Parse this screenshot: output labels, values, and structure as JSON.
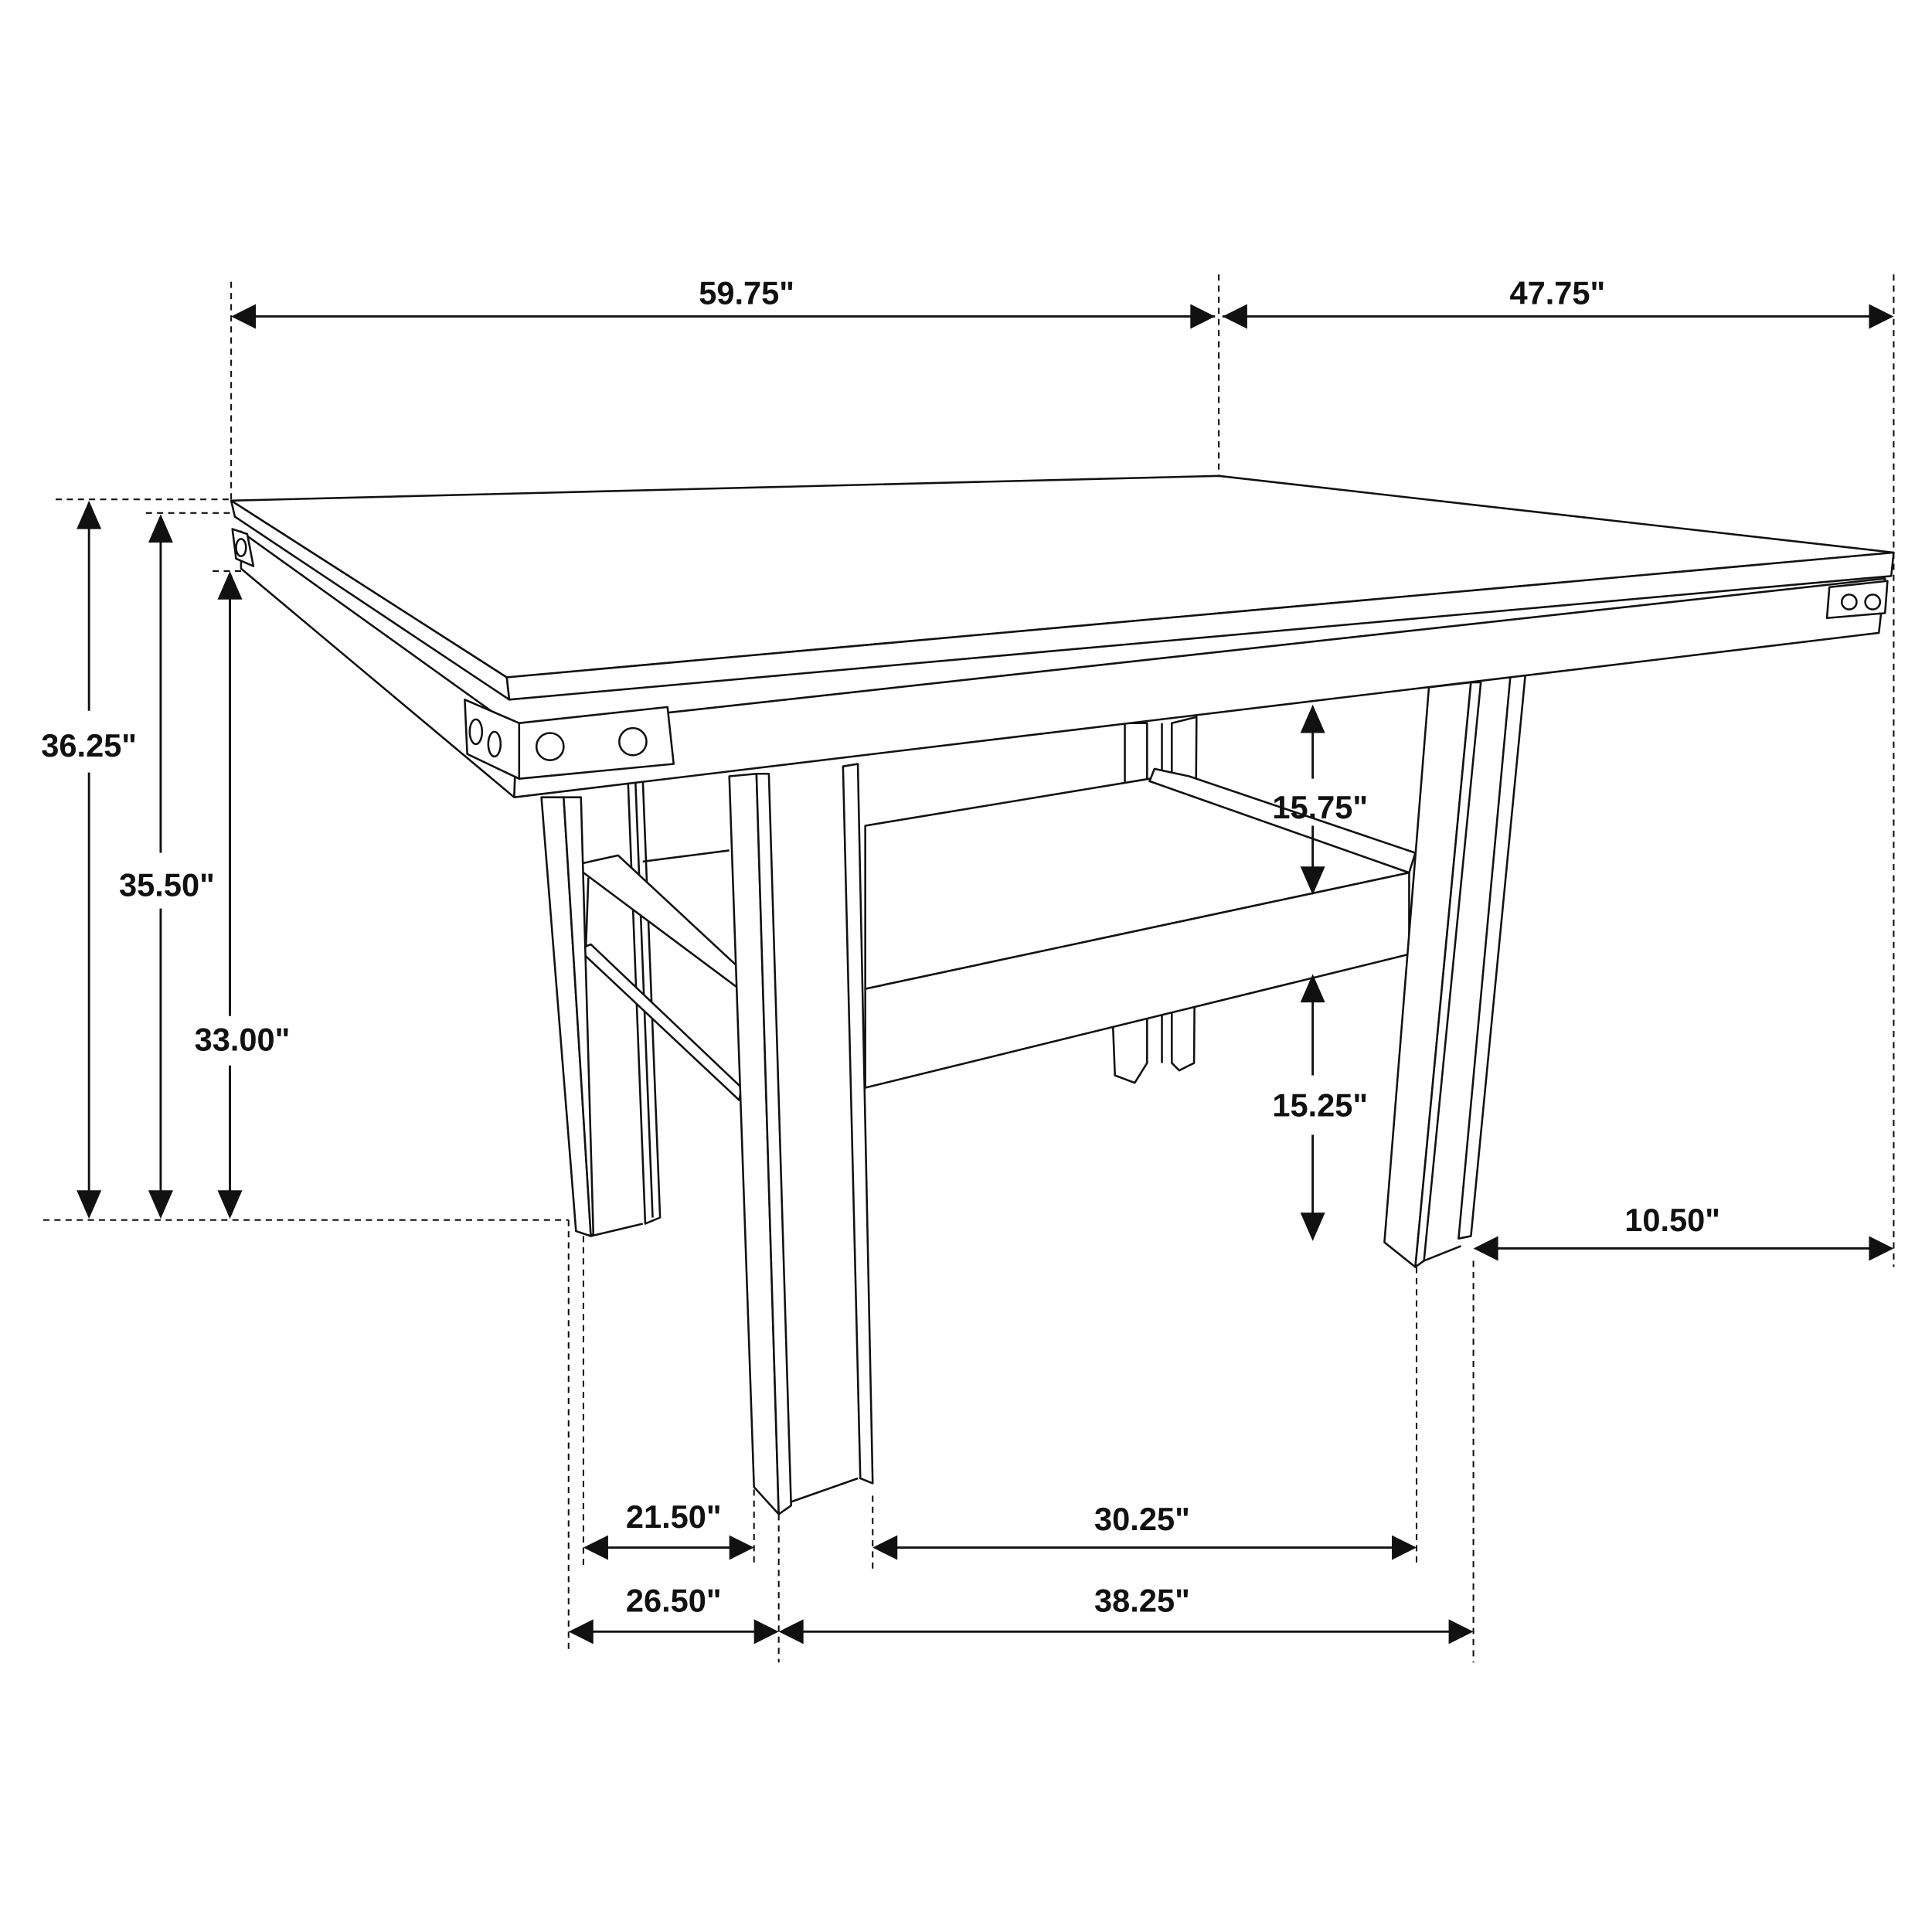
{
  "diagram": {
    "subject": "Counter-height dining table dimension drawing",
    "units": "inches",
    "colors": {
      "line": "#111111",
      "background": "#ffffff"
    },
    "dimensions": {
      "top_length": "59.75\"",
      "top_width": "47.75\"",
      "overall_height": "36.25\"",
      "height_to_apron_top": "35.50\"",
      "apron_clearance_height": "33.00\"",
      "apron_to_stretcher": "15.75\"",
      "stretcher_to_floor": "15.25\"",
      "leg_to_edge_overhang": "10.50\"",
      "leg_inner_depth": "21.50\"",
      "leg_outer_depth": "26.50\"",
      "leg_inner_span": "30.25\"",
      "leg_outer_span": "38.25\""
    }
  }
}
